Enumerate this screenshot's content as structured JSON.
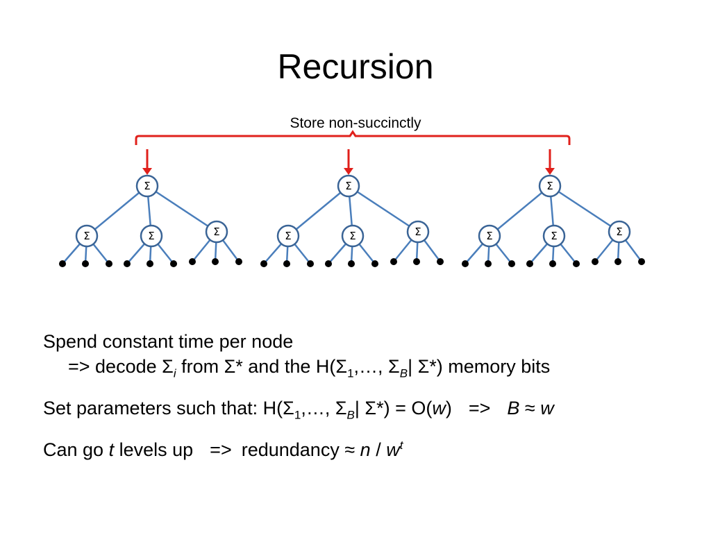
{
  "slide": {
    "title": "Recursion"
  },
  "diagram": {
    "brace_label": "Store non-succinctly",
    "node_symbol": "Σ",
    "trees": [
      {
        "children": [
          {
            "leaves": 3
          },
          {
            "leaves": 3
          },
          {
            "leaves": 3
          }
        ]
      },
      {
        "children": [
          {
            "leaves": 3
          },
          {
            "leaves": 3
          },
          {
            "leaves": 3
          }
        ]
      },
      {
        "children": [
          {
            "leaves": 3
          },
          {
            "leaves": 3
          },
          {
            "leaves": 3
          }
        ]
      }
    ],
    "colors": {
      "edge": "#4a7ebb",
      "node_stroke": "#3a6496",
      "brace": "#e0201b",
      "arrow": "#e0201b",
      "leaf": "#000000"
    }
  },
  "bullets": {
    "b1": {
      "line1": "Spend constant time per node",
      "l2_a": "=> decode Σ",
      "l2_sub_i": "i",
      "l2_b": " from Σ* and the H(Σ",
      "l2_sub_1": "1",
      "l2_c": ",…, Σ",
      "l2_sub_B": "B",
      "l2_d": "| Σ*) memory bits"
    },
    "b2": {
      "a": "Set parameters such that: H(Σ",
      "sub_1": "1",
      "b": ",…, Σ",
      "sub_B": "B",
      "c": "| Σ*) = O(",
      "w": "w",
      "d": ")",
      "arrow": "=>",
      "B": "B",
      "approx": " ≈ ",
      "w2": "w"
    },
    "b3": {
      "a": "Can go ",
      "t": "t",
      "b": " levels up",
      "arrow": "=>",
      "c": "redundancy ≈ ",
      "n": "n",
      "d": " / ",
      "w": "w",
      "sup_t": "t"
    }
  }
}
